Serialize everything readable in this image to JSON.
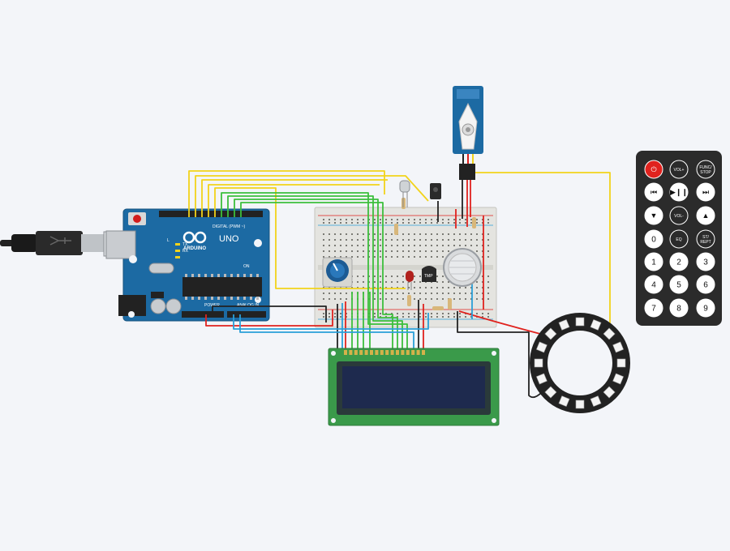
{
  "arduino": {
    "brand": "ARDUINO",
    "model": "UNO",
    "digital_label": "DIGITAL (PWM ~)",
    "power_label": "POWER",
    "analog_label": "ANALOG IN",
    "tx_label": "TX",
    "rx_label": "RX",
    "l_label": "L",
    "on_label": "ON"
  },
  "components": {
    "servo": "servo-motor",
    "potentiometer": "potentiometer",
    "gas_sensor": "gas-sensor",
    "buzzer": "piezo-buzzer",
    "ir_receiver": "ir-receiver",
    "neopixel_ring": "neopixel-ring",
    "lcd": "lcd-16x2",
    "temp_sensor_label": "TMP"
  },
  "remote": {
    "buttons": [
      {
        "label": "⏻",
        "kind": "power"
      },
      {
        "label": "VOL+",
        "kind": "text"
      },
      {
        "label": "FUNC/\nSTOP",
        "kind": "text"
      },
      {
        "label": "⏮",
        "kind": "icon"
      },
      {
        "label": "▶❙❙",
        "kind": "icon"
      },
      {
        "label": "⏭",
        "kind": "icon"
      },
      {
        "label": "▼",
        "kind": "icon"
      },
      {
        "label": "VOL-",
        "kind": "text"
      },
      {
        "label": "▲",
        "kind": "icon"
      },
      {
        "label": "0",
        "kind": "num"
      },
      {
        "label": "EQ",
        "kind": "text"
      },
      {
        "label": "ST/\nREPT",
        "kind": "text"
      },
      {
        "label": "1",
        "kind": "num"
      },
      {
        "label": "2",
        "kind": "num"
      },
      {
        "label": "3",
        "kind": "num"
      },
      {
        "label": "4",
        "kind": "num"
      },
      {
        "label": "5",
        "kind": "num"
      },
      {
        "label": "6",
        "kind": "num"
      },
      {
        "label": "7",
        "kind": "num"
      },
      {
        "label": "8",
        "kind": "num"
      },
      {
        "label": "9",
        "kind": "num"
      }
    ]
  },
  "colors": {
    "background": "#f3f5f9",
    "arduino_board": "#1c6aa3",
    "breadboard": "#e4e4e0",
    "wire_yellow": "#f2d31b",
    "wire_green": "#3cbf3c",
    "wire_red": "#e0221e",
    "wire_black": "#222222",
    "wire_blue": "#2a9fd8",
    "lcd_board": "#3a9a4a",
    "lcd_screen": "#1e2a4e",
    "remote_body": "#2b2b2b",
    "power_button": "#e0221e"
  }
}
